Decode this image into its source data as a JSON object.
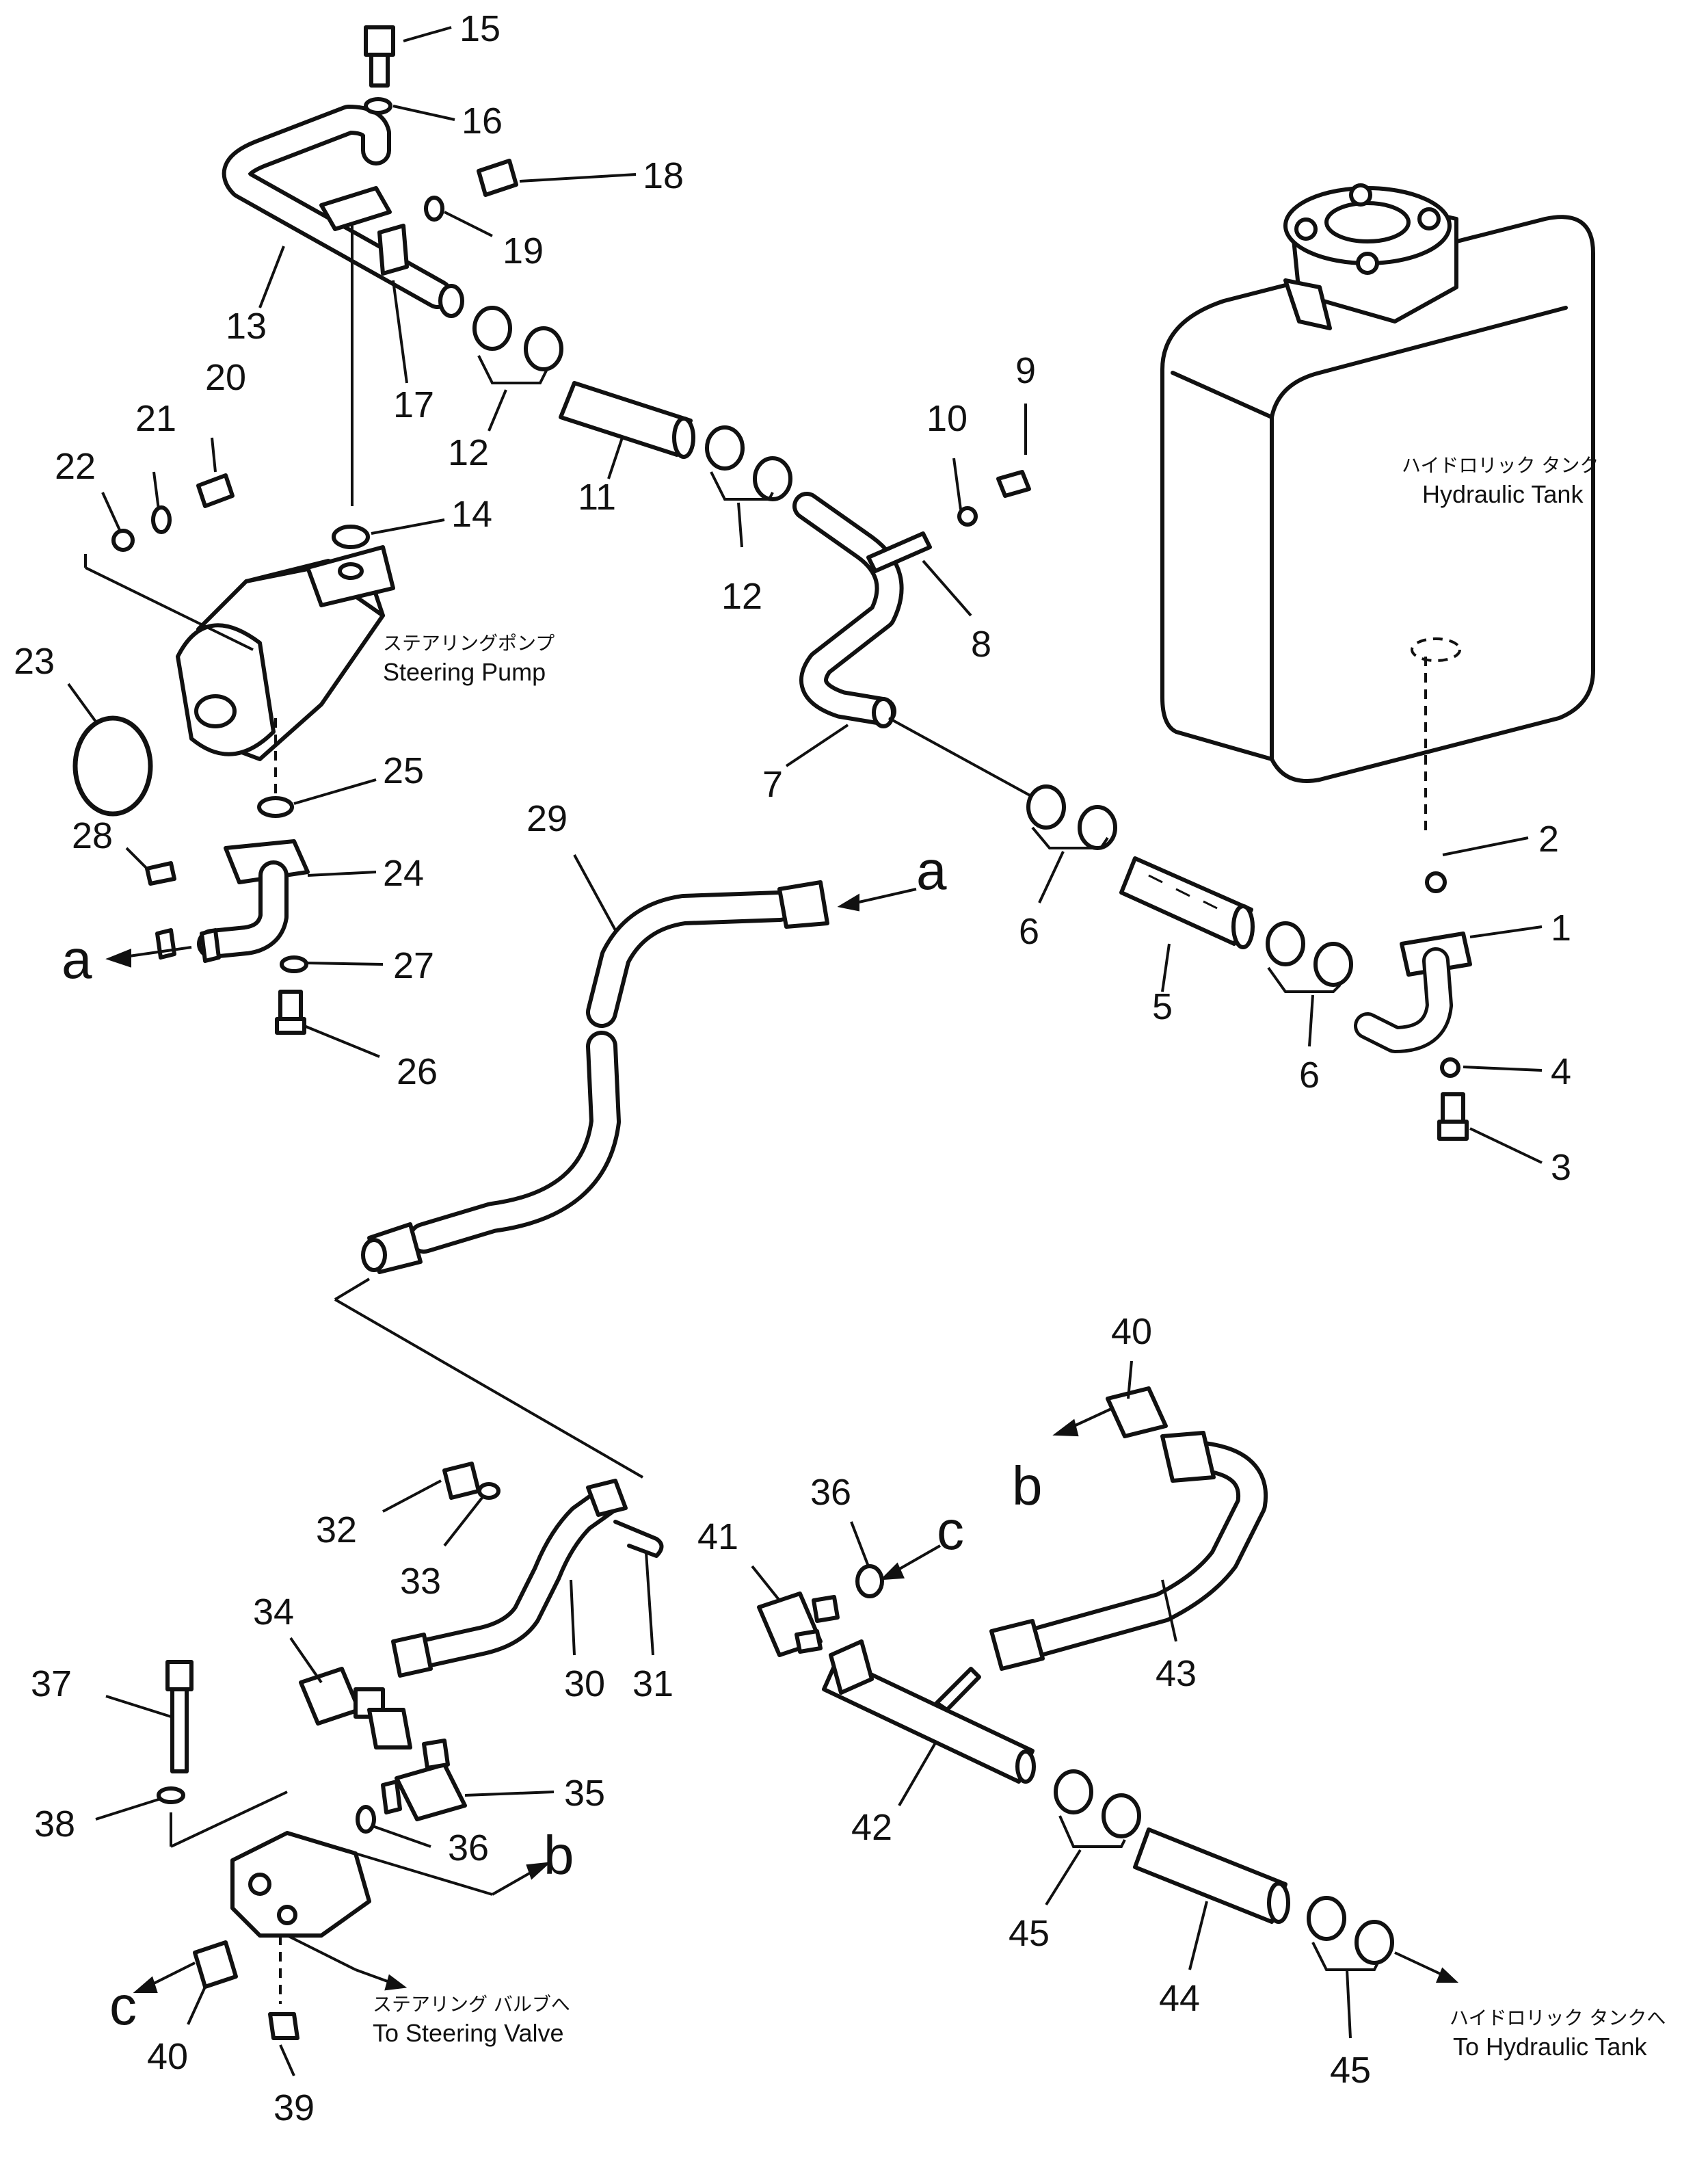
{
  "labels": {
    "hydraulic_tank": {
      "jp": "ハイドロリック タンク",
      "en": "Hydraulic Tank"
    },
    "steering_pump": {
      "jp": "ステアリングポンプ",
      "en": "Steering Pump"
    },
    "to_steering_valve": {
      "jp": "ステアリング バルブへ",
      "en": "To Steering Valve"
    },
    "to_hydraulic_tank": {
      "jp": "ハイドロリック タンクへ",
      "en": "To Hydraulic Tank"
    }
  },
  "connection_letters": {
    "a": "a",
    "b": "b",
    "c": "c"
  },
  "part_numbers": {
    "p1": "1",
    "p2": "2",
    "p3": "3",
    "p4": "4",
    "p5": "5",
    "p6a": "6",
    "p6b": "6",
    "p7": "7",
    "p8": "8",
    "p9": "9",
    "p10": "10",
    "p11": "11",
    "p12a": "12",
    "p12b": "12",
    "p13": "13",
    "p14": "14",
    "p15": "15",
    "p16": "16",
    "p17": "17",
    "p18": "18",
    "p19": "19",
    "p20": "20",
    "p21": "21",
    "p22": "22",
    "p23": "23",
    "p24": "24",
    "p25": "25",
    "p26": "26",
    "p27": "27",
    "p28": "28",
    "p29": "29",
    "p30": "30",
    "p31": "31",
    "p32": "32",
    "p33": "33",
    "p34": "34",
    "p35": "35",
    "p36a": "36",
    "p36b": "36",
    "p37": "37",
    "p38": "38",
    "p39": "39",
    "p40a": "40",
    "p40b": "40",
    "p41": "41",
    "p42": "42",
    "p43": "43",
    "p44": "44",
    "p45a": "45",
    "p45b": "45"
  }
}
